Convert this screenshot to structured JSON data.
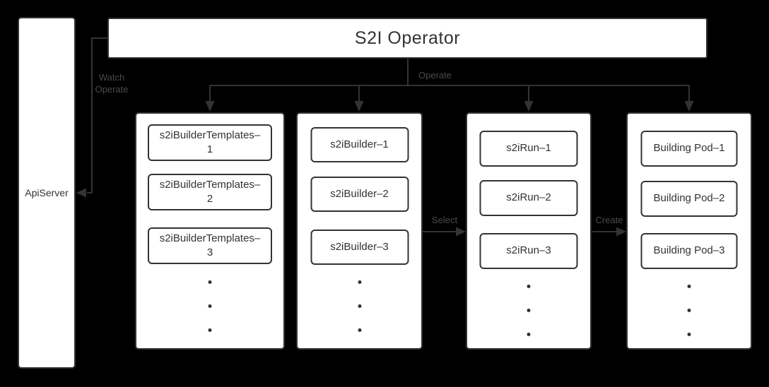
{
  "diagram": {
    "title": "S2I Operator",
    "api_server": {
      "label": "ApiServer"
    },
    "edges": {
      "watch_operate_lines": [
        "Watch",
        "Operate"
      ],
      "operate": "Operate",
      "select": "Select",
      "create": "Create"
    },
    "columns": [
      {
        "name": "s2i-builder-templates",
        "items": [
          "s2iBuilderTemplates–1",
          "s2iBuilderTemplates–2",
          "s2iBuilderTemplates–3"
        ],
        "more_indicator": "vertical-ellipsis"
      },
      {
        "name": "s2i-builders",
        "items": [
          "s2iBuilder–1",
          "s2iBuilder–2",
          "s2iBuilder–3"
        ],
        "more_indicator": "vertical-ellipsis"
      },
      {
        "name": "s2i-runs",
        "items": [
          "s2iRun–1",
          "s2iRun–2",
          "s2iRun–3"
        ],
        "more_indicator": "vertical-ellipsis"
      },
      {
        "name": "building-pods",
        "items": [
          "Building Pod–1",
          "Building Pod–2",
          "Building Pod–3"
        ],
        "more_indicator": "vertical-ellipsis"
      }
    ],
    "colors": {
      "background": "#000000",
      "box_fill": "#ffffff",
      "line_and_border": "#333333",
      "box_text": "#333333",
      "edge_label_text": "#4a4a4a"
    }
  }
}
